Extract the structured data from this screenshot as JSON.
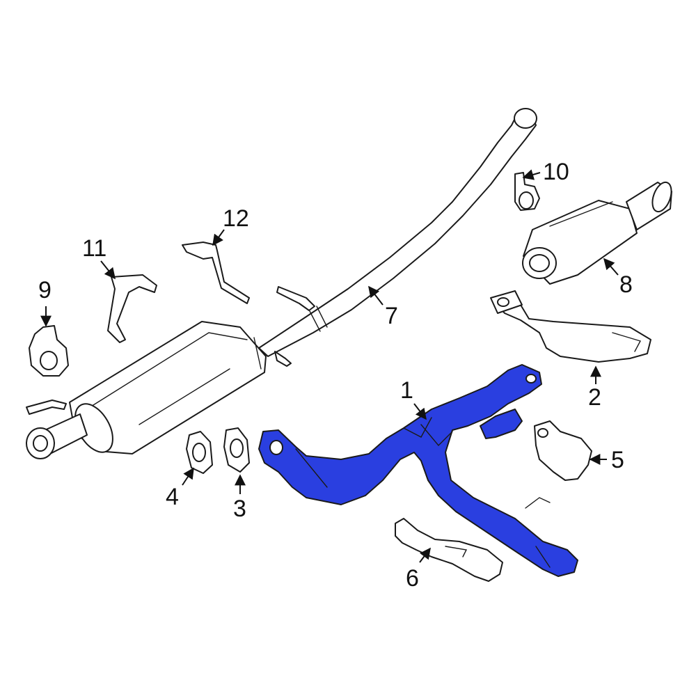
{
  "highlight_color": "#2a3fe0",
  "callouts": [
    {
      "id": "1",
      "label": "1"
    },
    {
      "id": "2",
      "label": "2"
    },
    {
      "id": "3",
      "label": "3"
    },
    {
      "id": "4",
      "label": "4"
    },
    {
      "id": "5",
      "label": "5"
    },
    {
      "id": "6",
      "label": "6"
    },
    {
      "id": "7",
      "label": "7"
    },
    {
      "id": "8",
      "label": "8"
    },
    {
      "id": "9",
      "label": "9"
    },
    {
      "id": "10",
      "label": "10"
    },
    {
      "id": "11",
      "label": "11"
    },
    {
      "id": "12",
      "label": "12"
    }
  ],
  "highlighted_part": "1"
}
